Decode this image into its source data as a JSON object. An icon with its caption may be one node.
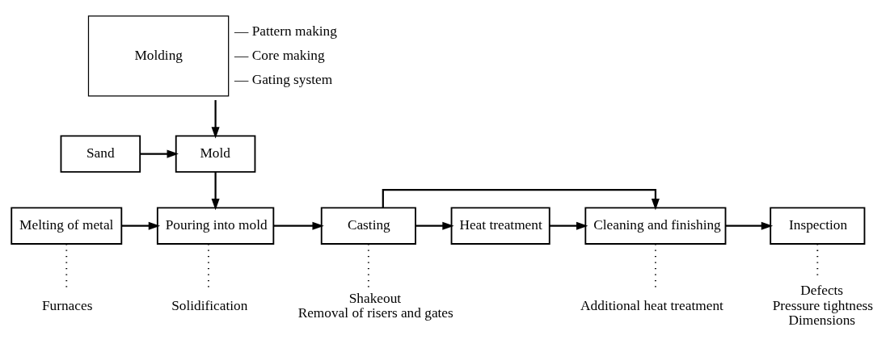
{
  "diagram": {
    "nodes": [
      {
        "text": [
          "Molding"
        ],
        "beside": [
          "— Pattern making",
          "— Core making",
          "— Gating system"
        ]
      },
      {
        "text": [
          "Sand"
        ]
      },
      {
        "text": [
          "Mold"
        ]
      },
      {
        "text": [
          "Melting of metal"
        ]
      },
      {
        "text": [
          "Pouring into mold"
        ]
      },
      {
        "text": [
          "Casting"
        ]
      },
      {
        "text": [
          "Heat treatment"
        ]
      },
      {
        "text": [
          "Cleaning and finishing"
        ]
      },
      {
        "text": [
          "Inspection"
        ]
      },
      {
        "text": [
          "Furnaces"
        ]
      },
      {
        "text": [
          "Solidification"
        ]
      },
      {
        "text": [
          "Shakeout",
          "Removal of risers and gates"
        ]
      },
      {
        "text": [
          "Additional heat treatment"
        ]
      },
      {
        "text": [
          "Defects",
          "Pressure tightness",
          "Dimensions"
        ]
      }
    ],
    "edges": [
      {
        "from": 0,
        "to": 2,
        "arrow": "to"
      },
      {
        "from": 1,
        "to": 2,
        "arrow": "to"
      },
      {
        "from": 2,
        "to": 4,
        "arrow": "to"
      },
      {
        "from": 3,
        "to": 4,
        "arrow": "to"
      },
      {
        "from": 4,
        "to": 5,
        "arrow": "to"
      },
      {
        "from": 5,
        "to": 6,
        "arrow": "to"
      },
      {
        "from": 5,
        "to": 7,
        "arrow": "to"
      },
      {
        "from": 6,
        "to": 7,
        "arrow": "to"
      },
      {
        "from": 7,
        "to": 8,
        "arrow": "to"
      },
      {
        "from": 3,
        "to": 9,
        "arrow": "none",
        "style": "dashed"
      },
      {
        "from": 4,
        "to": 10,
        "arrow": "none",
        "style": "dashed"
      },
      {
        "from": 5,
        "to": 11,
        "arrow": "none",
        "style": "dashed"
      },
      {
        "from": 7,
        "to": 12,
        "arrow": "none",
        "style": "dashed"
      },
      {
        "from": 8,
        "to": 13,
        "arrow": "none",
        "style": "dashed"
      }
    ]
  }
}
